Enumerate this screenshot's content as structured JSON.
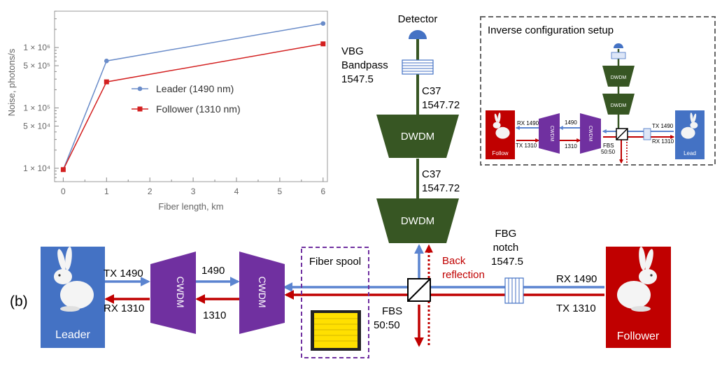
{
  "chart_data": {
    "type": "line",
    "xlabel": "Fiber length, km",
    "ylabel": "Noise, photons/s",
    "xlim": [
      -0.2,
      6.1
    ],
    "ylim": [
      6000,
      4000000
    ],
    "yscale": "log",
    "x_ticks": [
      "0",
      "1",
      "2",
      "3",
      "4",
      "5",
      "6"
    ],
    "y_ticks": [
      {
        "label": "1 × 10⁴",
        "value": 10000
      },
      {
        "label": "5 × 10⁴",
        "value": 50000
      },
      {
        "label": "1 × 10⁵",
        "value": 100000
      },
      {
        "label": "5 × 10⁵",
        "value": 500000
      },
      {
        "label": "1 × 10⁶",
        "value": 1000000
      }
    ],
    "legend_position": "center",
    "grid": false,
    "series": [
      {
        "name": "Leader (1490 nm)",
        "color": "#6a8cc9",
        "marker": "circle",
        "x": [
          0,
          1,
          6
        ],
        "y": [
          9500,
          600000,
          2500000
        ]
      },
      {
        "name": "Follower (1310 nm)",
        "color": "#d32020",
        "marker": "square",
        "x": [
          0,
          1,
          6
        ],
        "y": [
          9500,
          270000,
          1150000
        ]
      }
    ]
  },
  "colors": {
    "leader_blue": "#4472c4",
    "follower_red": "#c00000",
    "cwdm_purple": "#7030a0",
    "dwdm_green": "#375623",
    "spool_yellow": "#ffe000",
    "beam_blue": "#5b84d0",
    "beam_red": "#c00000"
  },
  "diagram": {
    "label_b": "(b)",
    "detector": "Detector",
    "vbg": [
      "VBG",
      "Bandpass",
      "1547.5"
    ],
    "c37_upper": [
      "C37",
      "1547.72"
    ],
    "c37_lower": [
      "C37",
      "1547.72"
    ],
    "dwdm_upper": "DWDM",
    "dwdm_lower": "DWDM",
    "back_reflection": [
      "Back",
      "reflection"
    ],
    "fbg": [
      "FBG",
      "notch",
      "1547.5"
    ],
    "fbs": [
      "FBS",
      "50:50"
    ],
    "fiber_spool": "Fiber spool",
    "cwdm_left": "CWDM",
    "cwdm_right": "CWDM",
    "tx_1490": "TX 1490",
    "rx_1310": "RX 1310",
    "mid_1490": "1490",
    "mid_1310": "1310",
    "rx_1490": "RX 1490",
    "tx_1310": "TX 1310",
    "leader": "Leader",
    "follower": "Follower",
    "leader_icon": "rabbit-icon",
    "follower_icon": "rabbit-icon"
  },
  "inset": {
    "title": "Inverse configuration setup",
    "dwdm_top": "DWDM",
    "dwdm_bottom": "DWDM",
    "follow": "Follow",
    "lead": "Lead",
    "rx_1490": "RX 1490",
    "tx_1310": "TX 1310",
    "mid_1490": "1490",
    "mid_1310": "1310",
    "cwdm_left": "CWDM",
    "cwdm_right": "CWDM",
    "fbs": [
      "FBS",
      "50:50"
    ],
    "tx_1490": "TX 1490",
    "rx_1310": "RX 1310"
  }
}
